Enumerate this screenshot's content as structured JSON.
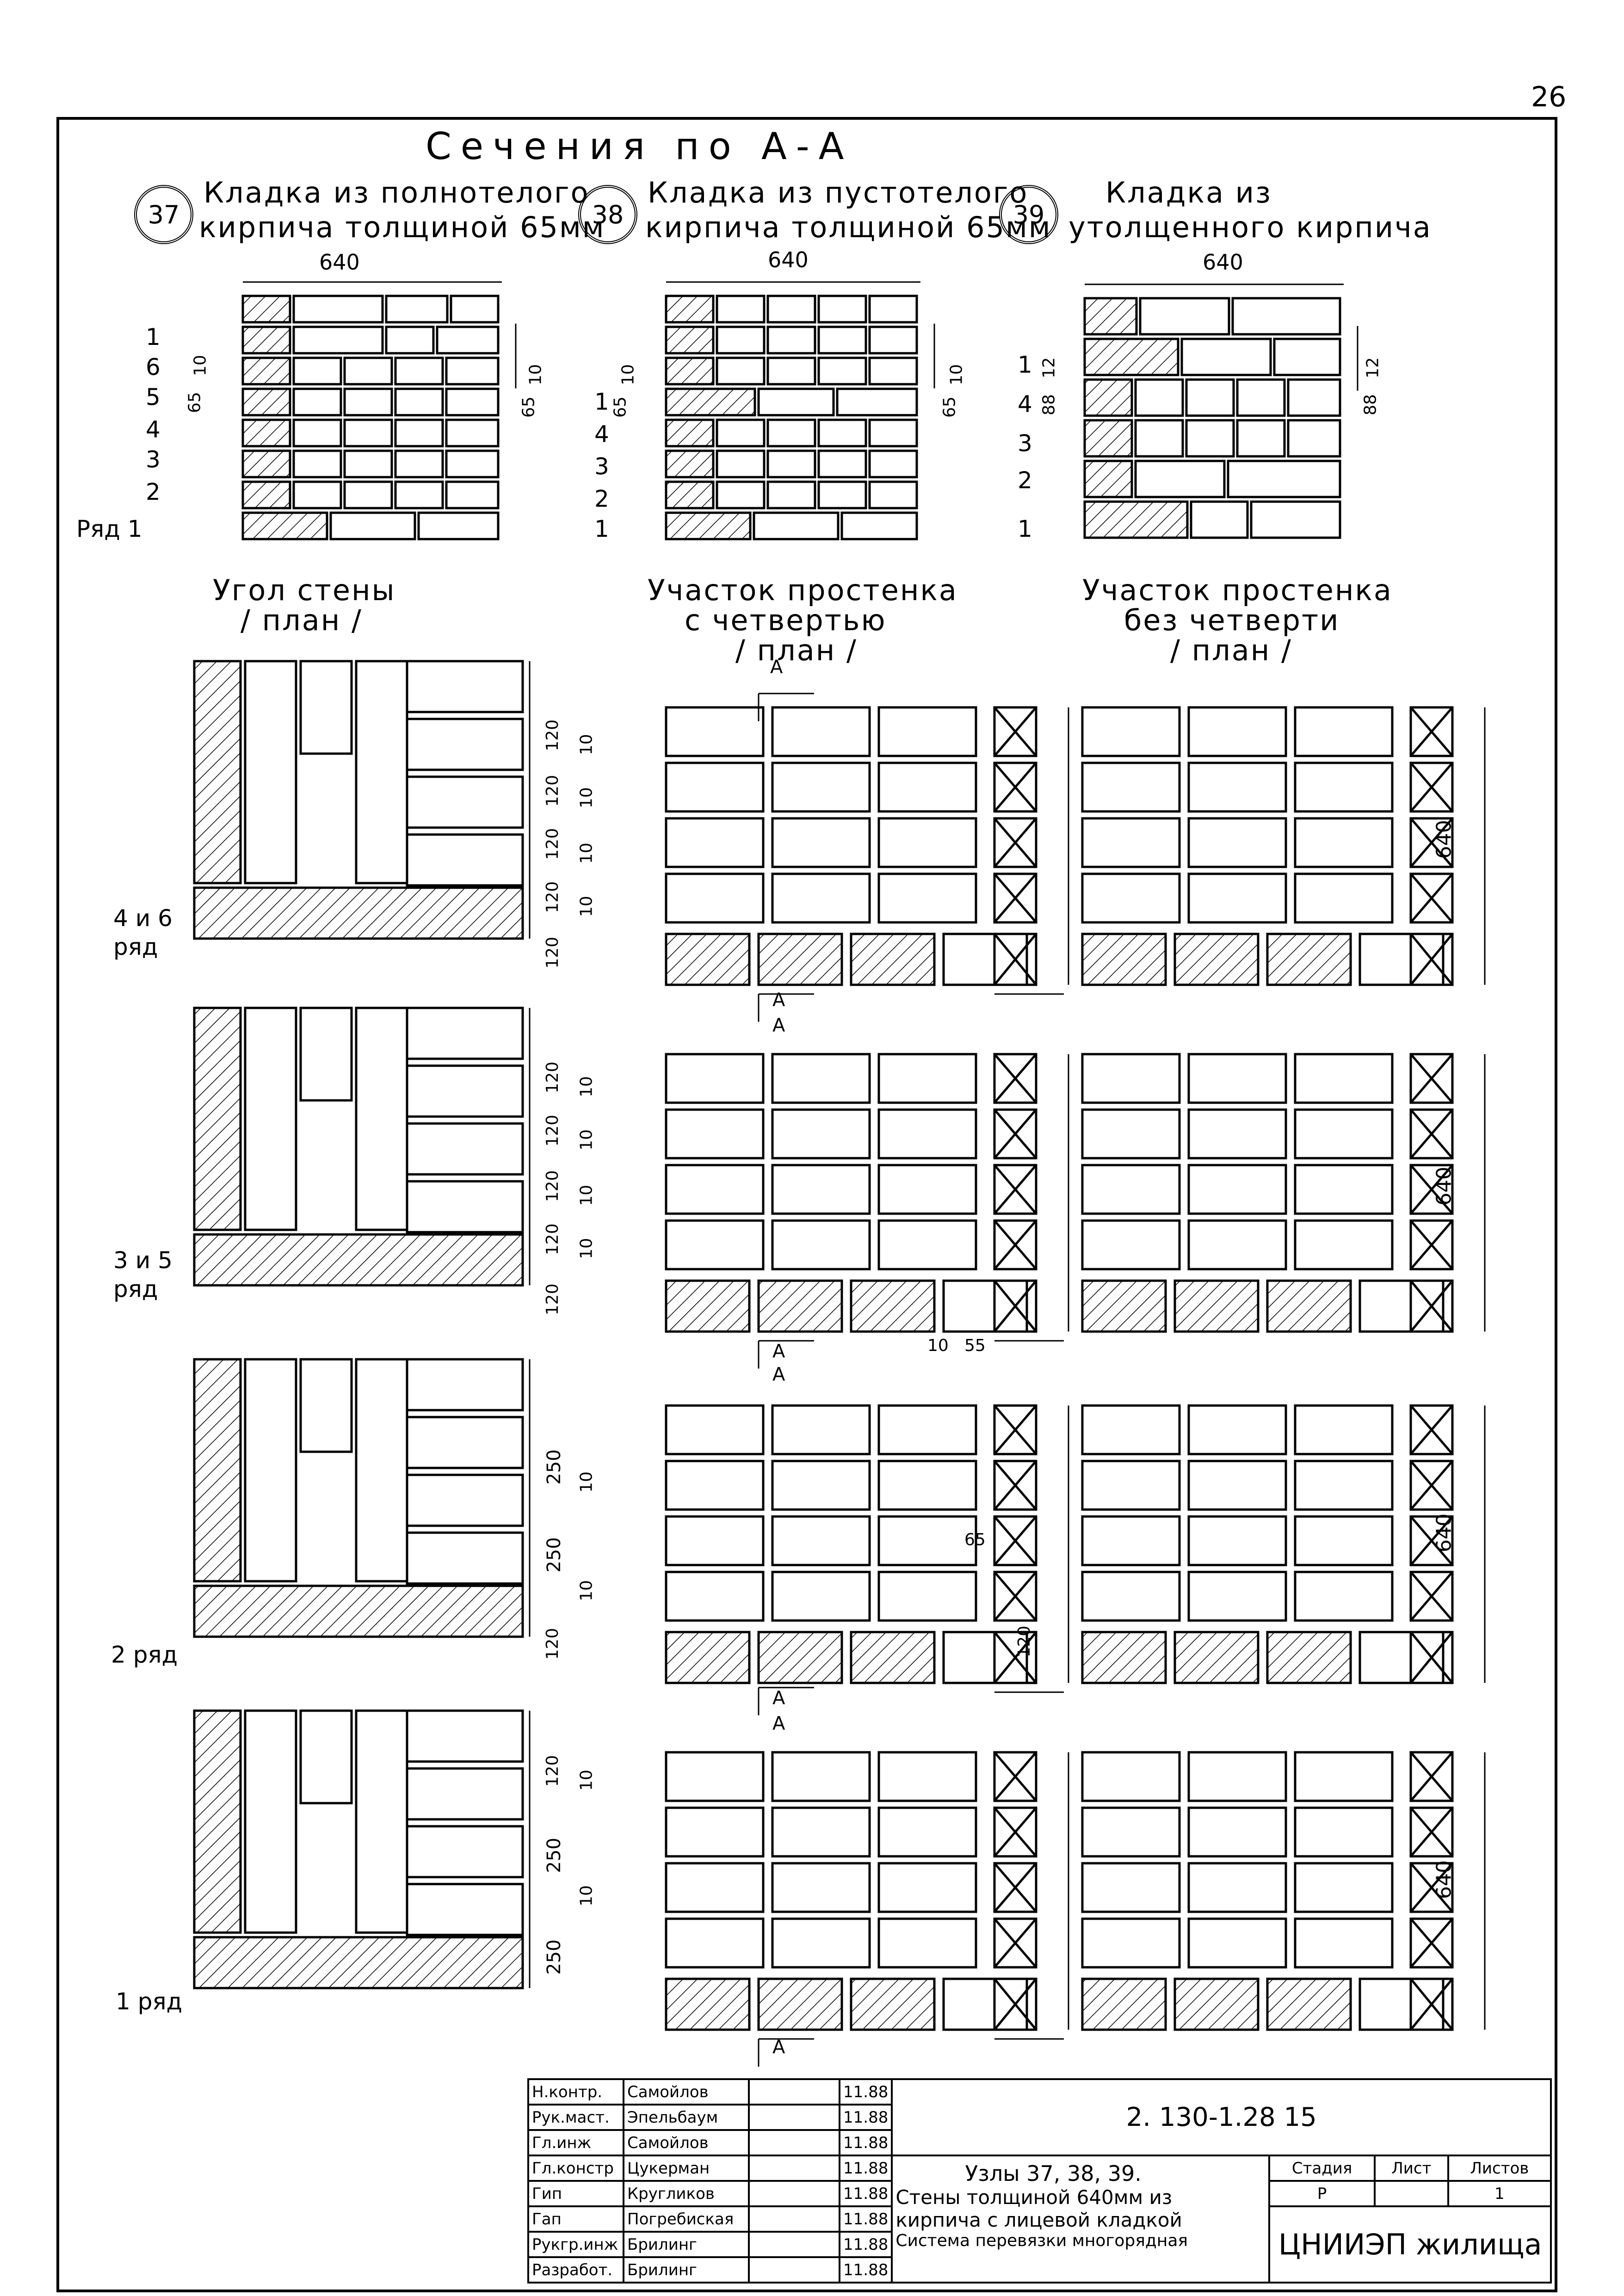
{
  "page_number": "26",
  "header": {
    "title": "Сечения по А-А",
    "node37": {
      "num": "37",
      "line1": "Кладка из полнотелого",
      "line2": "кирпича толщиной 65мм"
    },
    "node38": {
      "num": "38",
      "line1": "Кладка из пустотелого",
      "line2": "кирпича толщиной 65мм"
    },
    "node39": {
      "num": "39",
      "line1": "Кладка из",
      "line2": "утолщенного кирпича"
    }
  },
  "sections": {
    "width_label": "640",
    "s37_rows": [
      "1",
      "6",
      "5",
      "4",
      "3",
      "2",
      "Ряд 1"
    ],
    "s37_dims": [
      "10",
      "65"
    ],
    "s38_rows": [
      "1",
      "4",
      "3",
      "2",
      "1"
    ],
    "s38_dims": [
      "10",
      "65"
    ],
    "s39_rows": [
      "1",
      "4",
      "3",
      "2",
      "1"
    ],
    "s39_dims": [
      "12",
      "88"
    ]
  },
  "plans": {
    "col1_title": [
      "Угол стены",
      "/ план /"
    ],
    "col2_title": [
      "Участок простенка",
      "с четвертью",
      "/ план /"
    ],
    "col3_title": [
      "Участок простенка",
      "без четверти",
      "/ план /"
    ],
    "row_labels": [
      "4 и 6 ряд",
      "3 и 5 ряд",
      "2 ряд",
      "1 ряд"
    ],
    "cut_mark": "А",
    "dim_640": "640",
    "dims_row46": [
      "120",
      "10",
      "120",
      "10",
      "120",
      "10",
      "120",
      "10",
      "120"
    ],
    "dims_row35": [
      "120",
      "10",
      "120",
      "10",
      "120",
      "10",
      "120",
      "10",
      "120"
    ],
    "dims_row2": [
      "250",
      "10",
      "250",
      "10",
      "120"
    ],
    "dims_row1": [
      "120",
      "10",
      "250",
      "10",
      "250"
    ],
    "dim_10": "10",
    "dim_55": "55",
    "dim_65": "65",
    "dim_120": "120"
  },
  "stamp": {
    "roles": [
      "Н.контр.",
      "Рук.маст.",
      "Гл.инж",
      "Гл.констр",
      "Гип",
      "Гап",
      "Рукгр.инж",
      "Разработ."
    ],
    "names": [
      "Самойлов",
      "Эпельбаум",
      "Самойлов",
      "Цукерман",
      "Кругликов",
      "Погребиская",
      "Брилинг",
      "Брилинг"
    ],
    "dates": [
      "11.88",
      "11.88",
      "11.88",
      "11.88",
      "11.88",
      "11.88",
      "11.88",
      "11.88"
    ],
    "doc_code": "2. 130-1.28 15",
    "title_lines": [
      "Узлы 37, 38, 39.",
      "Стены толщиной 640мм из",
      "кирпича с лицевой кладкой",
      "Система перевязки многорядная"
    ],
    "stage_header": "Стадия",
    "sheet_header": "Лист",
    "sheets_header": "Листов",
    "stage": "Р",
    "sheets": "1",
    "org": "ЦНИИЭП жилища"
  }
}
